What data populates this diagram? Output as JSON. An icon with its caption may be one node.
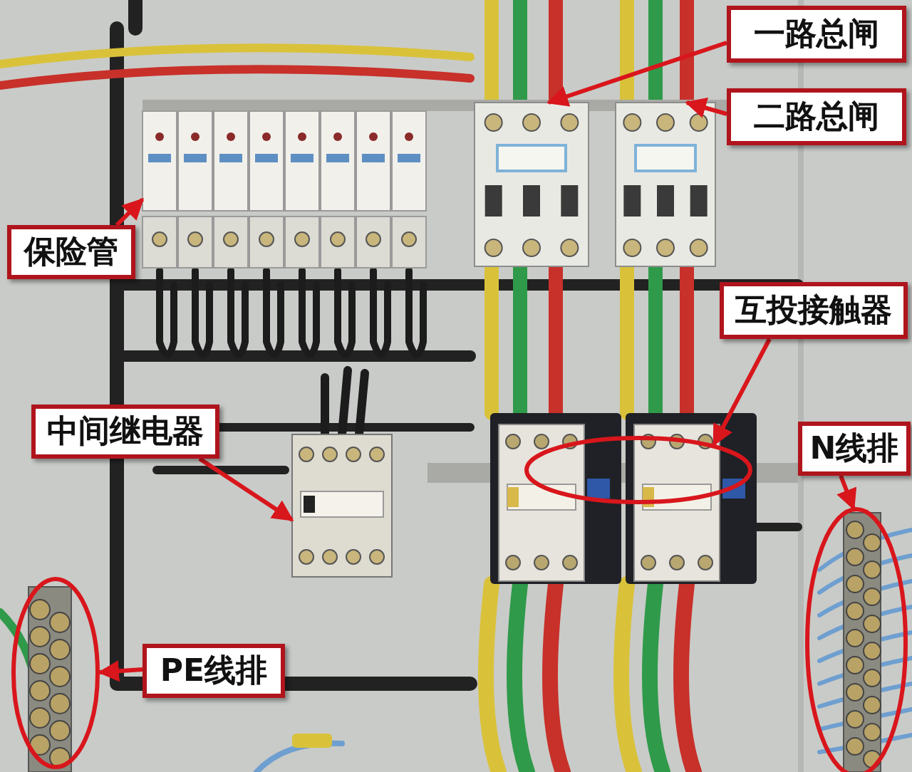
{
  "diagram": {
    "nodes": [
      {
        "text": [
          "一路总闸"
        ]
      },
      {
        "text": [],
        "shape": "box"
      },
      {
        "text": [
          "二路总闸"
        ]
      },
      {
        "text": [],
        "shape": "box"
      },
      {
        "text": [
          "保险管"
        ]
      },
      {
        "text": [],
        "shape": "box"
      },
      {
        "text": [
          "互投接触器"
        ]
      },
      {
        "text": [],
        "shape": "ellipse"
      },
      {
        "text": [
          "中间继电器"
        ]
      },
      {
        "text": [],
        "shape": "box"
      },
      {
        "text": [
          "N线排"
        ]
      },
      {
        "text": [],
        "shape": "ellipse"
      },
      {
        "text": [
          "PE线排"
        ]
      },
      {
        "text": [],
        "shape": "ellipse"
      }
    ],
    "edges": [
      {
        "from": 0,
        "to": 1,
        "arrow": "to"
      },
      {
        "from": 2,
        "to": 3,
        "arrow": "to"
      },
      {
        "from": 4,
        "to": 5,
        "arrow": "to"
      },
      {
        "from": 6,
        "to": 7,
        "arrow": "to"
      },
      {
        "from": 8,
        "to": 9,
        "arrow": "to"
      },
      {
        "from": 10,
        "to": 11,
        "arrow": "to"
      },
      {
        "from": 12,
        "to": 13,
        "arrow": "to"
      }
    ]
  }
}
